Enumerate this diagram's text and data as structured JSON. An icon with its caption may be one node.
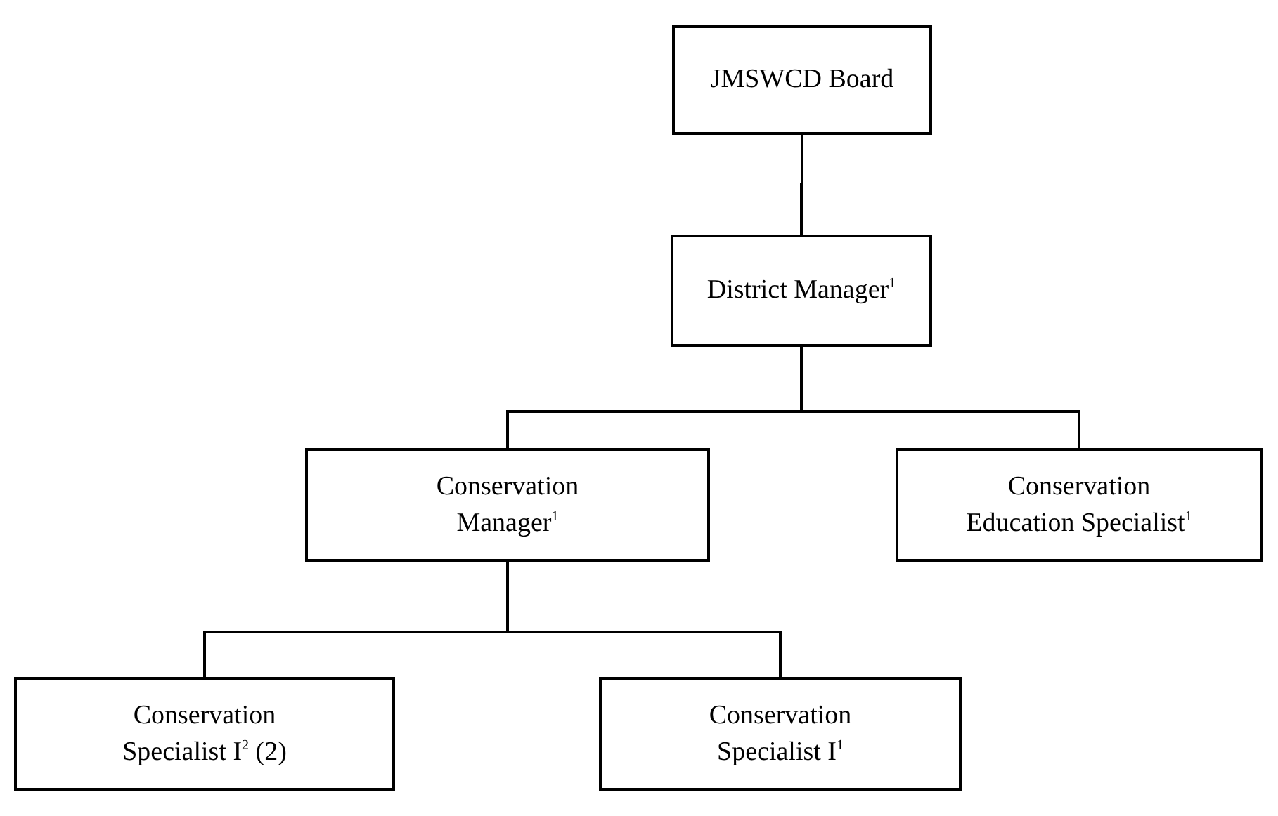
{
  "diagram": {
    "nodes": [
      {
        "text": [
          "JMSWCD Board"
        ]
      },
      {
        "text": [
          "District Manager$^{1}$"
        ]
      },
      {
        "text": [
          "Conservation Manager$^{1}$"
        ]
      },
      {
        "text": [
          "Conservation Education Specialist$^{1}$"
        ]
      },
      {
        "text": [
          "Conservation Specialist I$^{2}$ (2)"
        ]
      },
      {
        "text": [
          "Conservation Specialist I$^{1}$"
        ]
      }
    ],
    "edges": [
      {
        "from": 0,
        "to": 1,
        "arrow": "none"
      },
      {
        "from": 1,
        "to": 2,
        "arrow": "none"
      },
      {
        "from": 1,
        "to": 3,
        "arrow": "none"
      },
      {
        "from": 2,
        "to": 4,
        "arrow": "none"
      },
      {
        "from": 2,
        "to": 5,
        "arrow": "none"
      }
    ]
  }
}
